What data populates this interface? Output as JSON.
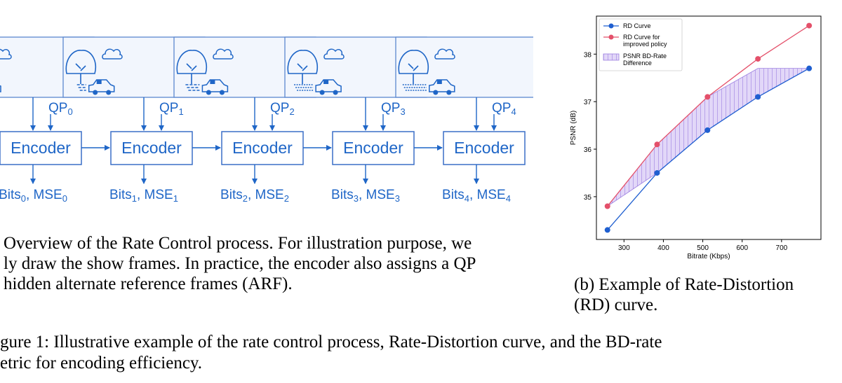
{
  "diagram": {
    "qp_label": "QP",
    "encoder_label": "Encoder",
    "bits_label": "Bits",
    "mse_label": "MSE",
    "frames": [
      {
        "index": "0"
      },
      {
        "index": "1"
      },
      {
        "index": "2"
      },
      {
        "index": "3"
      },
      {
        "index": "4"
      }
    ],
    "colors": {
      "line": "#1f66c7",
      "text": "#1f66c7"
    },
    "icons": [
      "tree-icon",
      "cloud-icon",
      "car-icon",
      "motion-lines-icon"
    ]
  },
  "caption_a": {
    "line1": "Overview of the Rate Control process. For illustration purpose, we",
    "line2": "ly draw the show frames. In practice, the encoder also assigns a QP",
    "line3": "hidden alternate reference frames (ARF)."
  },
  "caption_b": {
    "line1": "(b) Example of Rate-Distortion",
    "line2": "(RD) curve."
  },
  "figure_caption": {
    "line1": "gure 1: Illustrative example of the rate control process, Rate-Distortion curve, and the BD-rate",
    "line2": "etric for encoding efficiency."
  },
  "chart_data": {
    "type": "line",
    "xlabel": "Bitrate (Kbps)",
    "ylabel": "PSNR (dB)",
    "xlim": [
      230,
      800
    ],
    "ylim": [
      34.1,
      38.8
    ],
    "xticks": [
      300,
      400,
      500,
      600,
      700
    ],
    "yticks": [
      35,
      36,
      37,
      38
    ],
    "grid": false,
    "legend_position": "top-left",
    "series": [
      {
        "name": "RD Curve",
        "color": "#1f5fd0",
        "x": [
          258,
          384,
          512,
          640,
          770
        ],
        "y": [
          34.3,
          35.5,
          36.4,
          37.1,
          37.7
        ]
      },
      {
        "name": "RD Curve for improved policy",
        "color": "#e4506a",
        "x": [
          258,
          384,
          512,
          640,
          770
        ],
        "y": [
          34.8,
          36.1,
          37.1,
          37.9,
          38.6
        ]
      }
    ],
    "fill": {
      "name": "PSNR BD-Rate Difference",
      "color": "#c9b6f2",
      "hatch": "#9b7ee0",
      "y_range": [
        34.8,
        37.7
      ]
    },
    "legend": [
      {
        "line1": "RD Curve"
      },
      {
        "line1": "RD Curve for",
        "line2": "improved policy"
      },
      {
        "line1": "PSNR BD-Rate",
        "line2": "Difference"
      }
    ]
  }
}
